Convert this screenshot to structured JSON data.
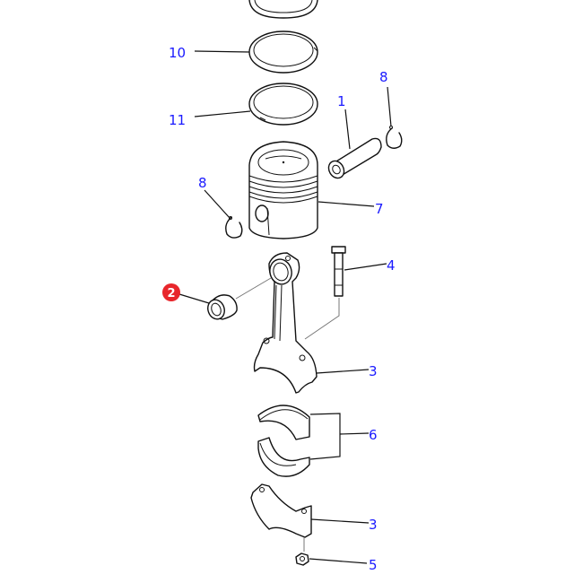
{
  "diagram": {
    "type": "exploded-parts-diagram",
    "callouts": [
      {
        "id": "ring-10",
        "label": "10"
      },
      {
        "id": "ring-11",
        "label": "11"
      },
      {
        "id": "piston-pin",
        "label": "1"
      },
      {
        "id": "snap-ring-right",
        "label": "8"
      },
      {
        "id": "snap-ring-left",
        "label": "8"
      },
      {
        "id": "piston",
        "label": "7"
      },
      {
        "id": "bolt",
        "label": "4"
      },
      {
        "id": "bushing",
        "label": "2",
        "highlight": true
      },
      {
        "id": "connecting-rod",
        "label": "3"
      },
      {
        "id": "bearing",
        "label": "6"
      },
      {
        "id": "rod-cap",
        "label": "3"
      },
      {
        "id": "nut",
        "label": "5"
      }
    ],
    "colors": {
      "callout": "#1a1aff",
      "highlight_badge": "#e8262b",
      "line": "#111111"
    }
  }
}
